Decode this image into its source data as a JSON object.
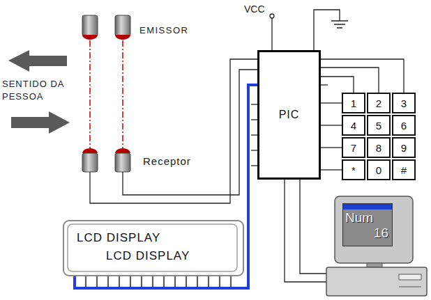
{
  "diagram": {
    "nodes": [
      {
        "text": [
          "PIC"
        ]
      },
      {
        "text": [
          "1"
        ]
      },
      {
        "text": [
          "2"
        ]
      },
      {
        "text": [
          "3"
        ]
      },
      {
        "text": [
          "4"
        ]
      },
      {
        "text": [
          "5"
        ]
      },
      {
        "text": [
          "6"
        ]
      },
      {
        "text": [
          "7"
        ]
      },
      {
        "text": [
          "8"
        ]
      },
      {
        "text": [
          "9"
        ]
      },
      {
        "text": [
          "*"
        ]
      },
      {
        "text": [
          "0"
        ]
      },
      {
        "text": [
          "#"
        ]
      },
      {
        "text": [
          "LCD DISPLAY",
          "LCD DISPLAY"
        ]
      },
      {
        "text": [
          "Num",
          "16"
        ]
      }
    ],
    "edges": [
      {
        "from": 0,
        "to": 3,
        "arrow": "none"
      },
      {
        "from": 0,
        "to": 2,
        "arrow": "none"
      },
      {
        "from": 0,
        "to": 1,
        "arrow": "none"
      },
      {
        "from": 0,
        "to": 1,
        "arrow": "none"
      },
      {
        "from": 0,
        "to": 4,
        "arrow": "none"
      },
      {
        "from": 0,
        "to": 7,
        "arrow": "none"
      },
      {
        "from": 0,
        "to": 10,
        "arrow": "none"
      },
      {
        "from": 0,
        "to": 13,
        "arrow": "none"
      }
    ],
    "labels": [
      "VCC",
      "EMISSOR",
      "SENTIDO DA PESSOA",
      "Receptor"
    ]
  }
}
